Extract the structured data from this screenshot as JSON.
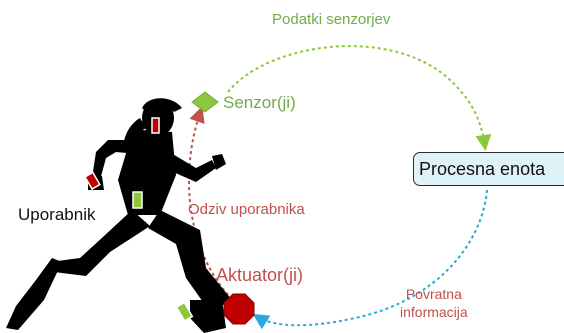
{
  "diagram": {
    "labels": {
      "sensor_data": "Podatki senzorjev",
      "sensors": "Senzor(ji)",
      "processing_unit": "Procesna enota",
      "user": "Uporabnik",
      "user_response": "Odziv uporabnika",
      "actuators": "Aktuator(ji)",
      "feedback_line1": "Povratna",
      "feedback_line2": "informacija"
    },
    "colors": {
      "green": "#8dc63f",
      "green_label": "#70ad47",
      "red": "#c0504d",
      "blue": "#2aa7dd",
      "actuator_fill": "#c00000",
      "box_fill": "#dff2f8",
      "silhouette": "#000000",
      "text_dark": "#111111"
    },
    "icons": [
      "sensor-diamond-icon",
      "actuator-octagon-icon",
      "runner-silhouette-icon",
      "wrist-band-icon"
    ]
  }
}
